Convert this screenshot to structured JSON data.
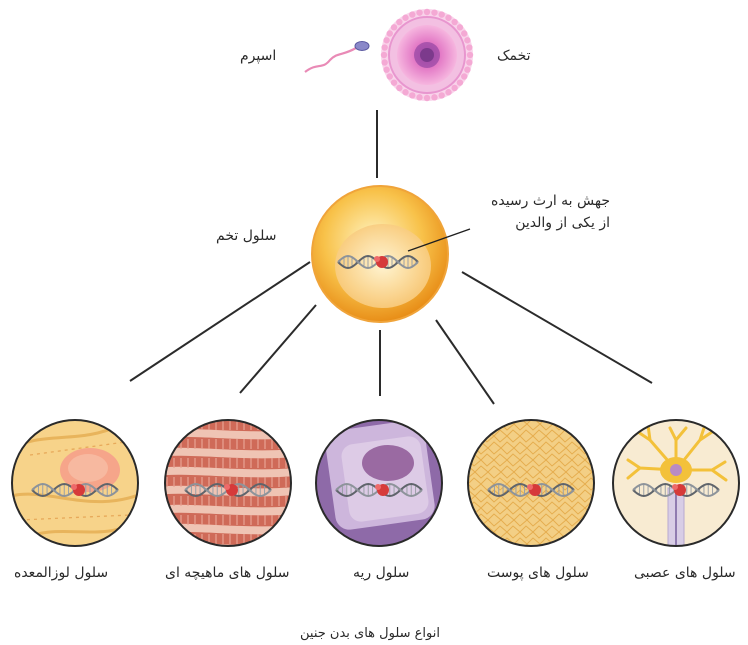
{
  "labels": {
    "sperm": "اسپرم",
    "egg": "تخمک",
    "zygote": "سلول تخم",
    "mutation_line1": "جهش به ارث رسیده",
    "mutation_line2": "از یکی از والدین"
  },
  "cells": [
    {
      "label": "سلول لوزالمعده",
      "kind": "pancreas"
    },
    {
      "label": "سلول های ماهیچه ای",
      "kind": "muscle"
    },
    {
      "label": "سلول ریه",
      "kind": "lung"
    },
    {
      "label": "سلول های پوست",
      "kind": "skin"
    },
    {
      "label": "سلول های عصبی",
      "kind": "nerve"
    }
  ],
  "caption": "انواع سلول های بدن جنین",
  "colors": {
    "egg": "#f07fc0",
    "zygote": "#f7b634",
    "pancreas": "#f7d58a",
    "muscle": "#d9826e",
    "lung": "#a98fbf",
    "skin": "#f2c976",
    "nerve": "#f6e7c8",
    "dna": "#9aa0a6",
    "mutation": "#d63a3a"
  }
}
